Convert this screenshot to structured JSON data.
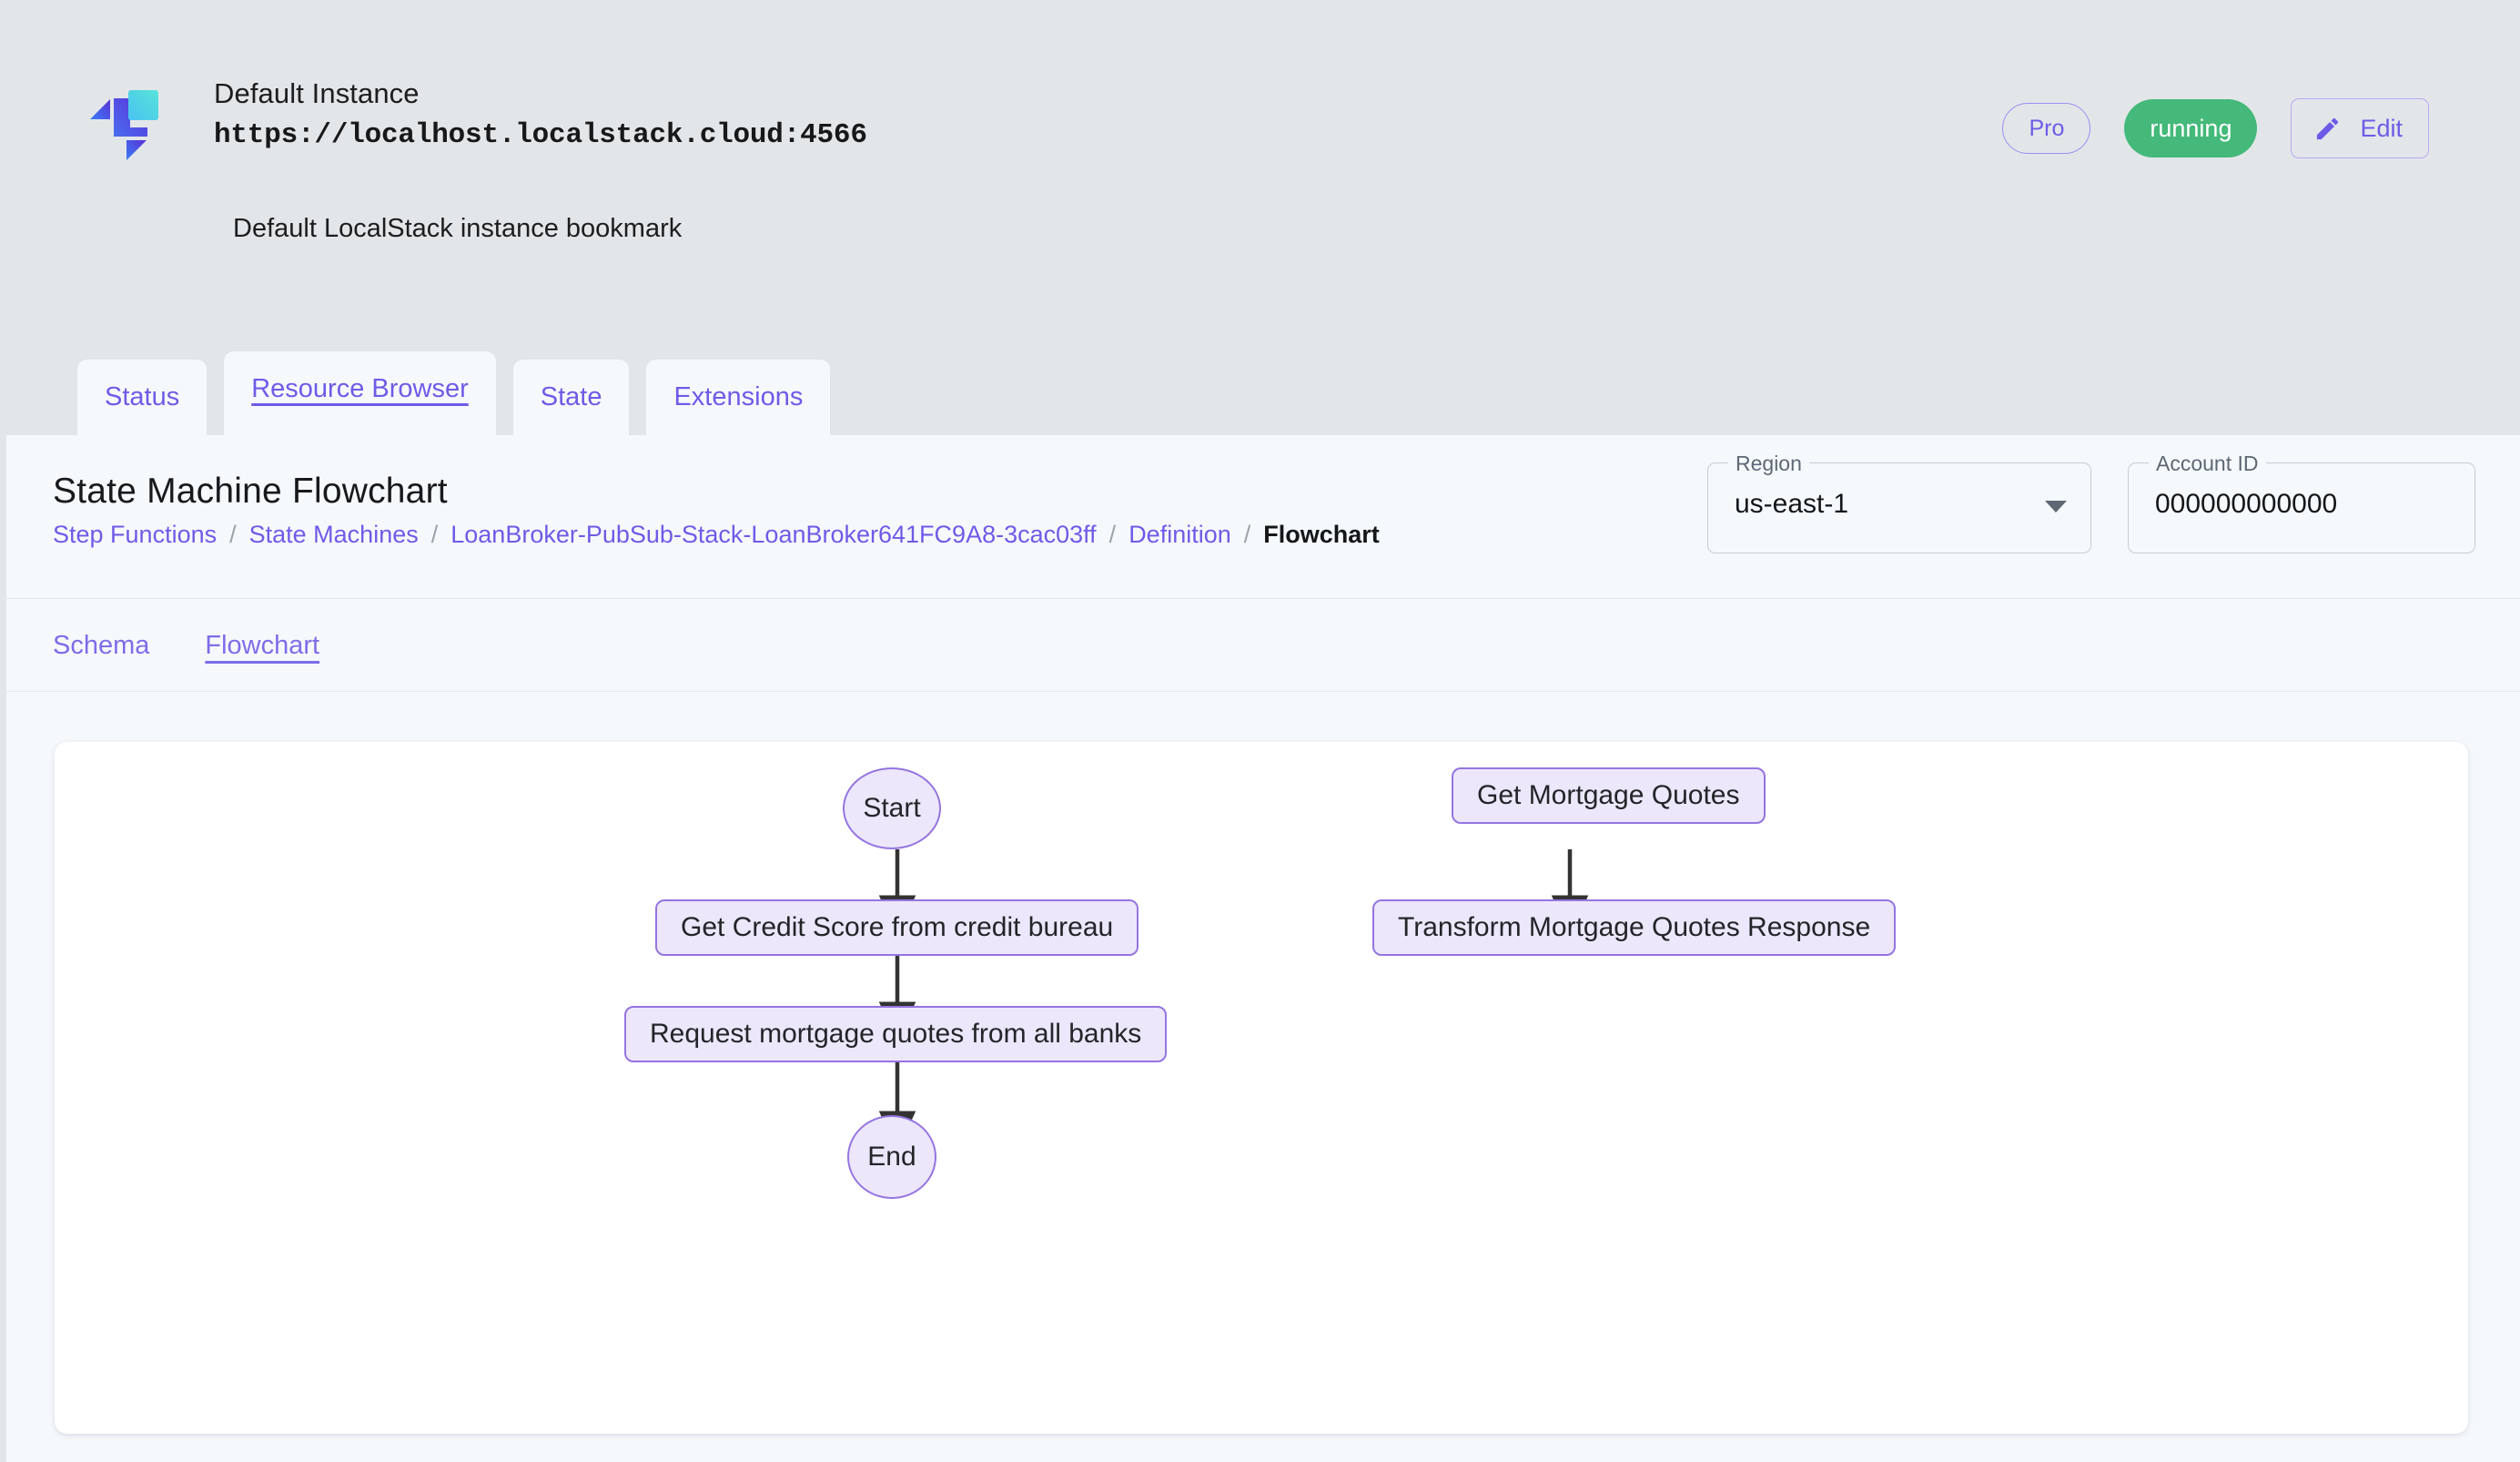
{
  "instance": {
    "name": "Default Instance",
    "url": "https://localhost.localstack.cloud:4566",
    "description": "Default LocalStack instance bookmark",
    "logo_icon": "localstack-logo-icon",
    "pro_badge": "Pro",
    "status_badge": "running",
    "edit_label": "Edit",
    "edit_icon": "pencil-icon",
    "status_color": "#44b97a",
    "accent_color": "#6c5ce7"
  },
  "main_tabs": [
    {
      "label": "Status",
      "active": false
    },
    {
      "label": "Resource Browser",
      "active": true
    },
    {
      "label": "State",
      "active": false
    },
    {
      "label": "Extensions",
      "active": false
    }
  ],
  "page": {
    "title": "State Machine Flowchart",
    "breadcrumb": [
      {
        "label": "Step Functions",
        "current": false
      },
      {
        "label": "State Machines",
        "current": false
      },
      {
        "label": "LoanBroker-PubSub-Stack-LoanBroker641FC9A8-3cac03ff",
        "current": false
      },
      {
        "label": "Definition",
        "current": false
      },
      {
        "label": "Flowchart",
        "current": true
      }
    ],
    "breadcrumb_separator": "/"
  },
  "region_field": {
    "label": "Region",
    "value": "us-east-1",
    "caret_icon": "chevron-down-icon"
  },
  "account_field": {
    "label": "Account ID",
    "value": "000000000000"
  },
  "sub_tabs": [
    {
      "label": "Schema",
      "active": false
    },
    {
      "label": "Flowchart",
      "active": true
    }
  ],
  "flowchart": {
    "node_fill": "#ece7fb",
    "node_border": "#9575e0",
    "edge_color": "#333333",
    "nodes": [
      {
        "id": "start",
        "label": "Start",
        "shape": "circle"
      },
      {
        "id": "credit",
        "label": "Get Credit Score from credit bureau",
        "shape": "rect"
      },
      {
        "id": "request",
        "label": "Request mortgage quotes from all banks",
        "shape": "rect"
      },
      {
        "id": "end",
        "label": "End",
        "shape": "circle"
      },
      {
        "id": "getquotes",
        "label": "Get Mortgage Quotes",
        "shape": "rect"
      },
      {
        "id": "transform",
        "label": "Transform Mortgage Quotes Response",
        "shape": "rect"
      }
    ],
    "edges": [
      {
        "from": "start",
        "to": "credit"
      },
      {
        "from": "credit",
        "to": "request"
      },
      {
        "from": "request",
        "to": "end"
      },
      {
        "from": "getquotes",
        "to": "transform"
      }
    ]
  }
}
